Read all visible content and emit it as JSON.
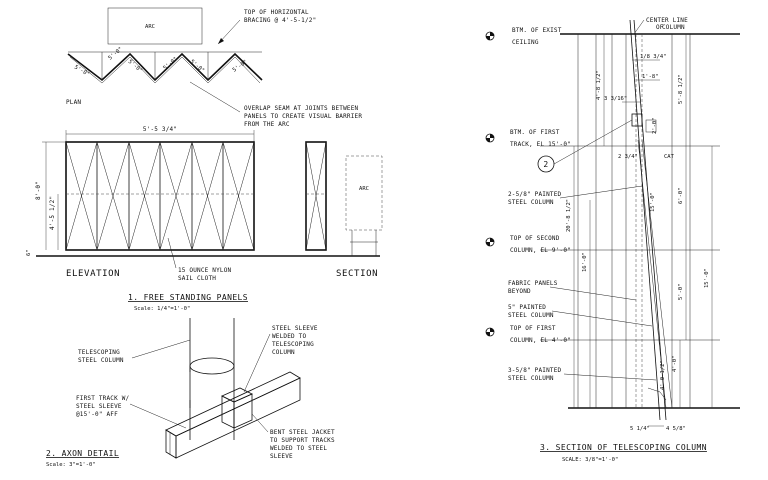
{
  "plan": {
    "arc_label": "ARC",
    "top_note": [
      "TOP OF HORIZONTAL",
      "BRACING @ 4'-5-1/2\""
    ],
    "dims": [
      "5'-0\"",
      "5'-0\"",
      "5'-0\"",
      "5'-0\"",
      "5'-0\"",
      "5'-0\""
    ],
    "label": "PLAN",
    "seam_note": [
      "OVERLAP SEAM AT JOINTS BETWEEN",
      "PANELS TO CREATE VISUAL BARRIER",
      "FROM THE ARC"
    ]
  },
  "elevation": {
    "width_dim": "5'-5 3/4\"",
    "height_dim": "8'-0\"",
    "brace_dim": "4'-5 1/2\"",
    "small_dim": "6\"",
    "fabric_note": [
      "15 OUNCE NYLON",
      "SAIL CLOTH"
    ],
    "label": "ELEVATION",
    "section_label": "SECTION",
    "section_arc": "ARC"
  },
  "detail1": {
    "title": "1. FREE STANDING PANELS",
    "scale": "Scale: 1/4\"=1'-0\""
  },
  "axon": {
    "telescoping_note": [
      "TELESCOPING",
      "STEEL COLUMN"
    ],
    "sleeve_note": [
      "STEEL SLEEVE",
      "WELDED TO",
      "TELESCOPING",
      "COLUMN"
    ],
    "track_note": [
      "FIRST TRACK W/",
      "STEEL SLEEVE",
      "@15'-0\" AFF"
    ],
    "jacket_note": [
      "BENT STEEL JACKET",
      "TO SUPPORT TRACKS",
      "WELDED TO STEEL",
      "SLEEVE"
    ],
    "title": "2. AXON DETAIL",
    "scale": "Scale: 3\"=1'-0\""
  },
  "section3": {
    "levels": [
      [
        "BTM. OF EXIST",
        "CEILING"
      ],
      [
        "BTM. OF FIRST",
        "TRACK, EL 15'-0\""
      ],
      [
        "TOP OF SECOND",
        "COLUMN, EL 9'-0\""
      ],
      [
        "TOP OF FIRST",
        "COLUMN, EL 4'-0\""
      ]
    ],
    "centerline_note": [
      "CENTER LINE",
      "OF",
      "COLUMN"
    ],
    "marker": "2",
    "notes": [
      [
        "2-5/8\" PAINTED",
        "STEEL COLUMN"
      ],
      [
        "FABRIC PANELS",
        "BEYOND"
      ],
      [
        "5\" PAINTED",
        "STEEL COLUMN"
      ],
      [
        "3-5/8\" PAINTED",
        "STEEL COLUMN"
      ]
    ],
    "dims_top": [
      "1/8 3/4\"",
      "1'-8\"",
      "3 3/16\"",
      "2 3/4\""
    ],
    "dims_bottom": [
      "5 1/4\"",
      "4 5/8\""
    ],
    "vert_dims": [
      "4'-8 1/2\"",
      "5'-8 1/2\"",
      "20'-8 1/2\"",
      "16'-0\"",
      "6'-0\"",
      "15'-0\"",
      "5'-0\"",
      "4'-0\"",
      "4'-0 1/2\"",
      "15'-0\"",
      "2'-0\""
    ],
    "cat": "CAT",
    "title": "3. SECTION OF TELESCOPING COLUMN",
    "scale": "SCALE: 3/8\"=1'-0\""
  }
}
